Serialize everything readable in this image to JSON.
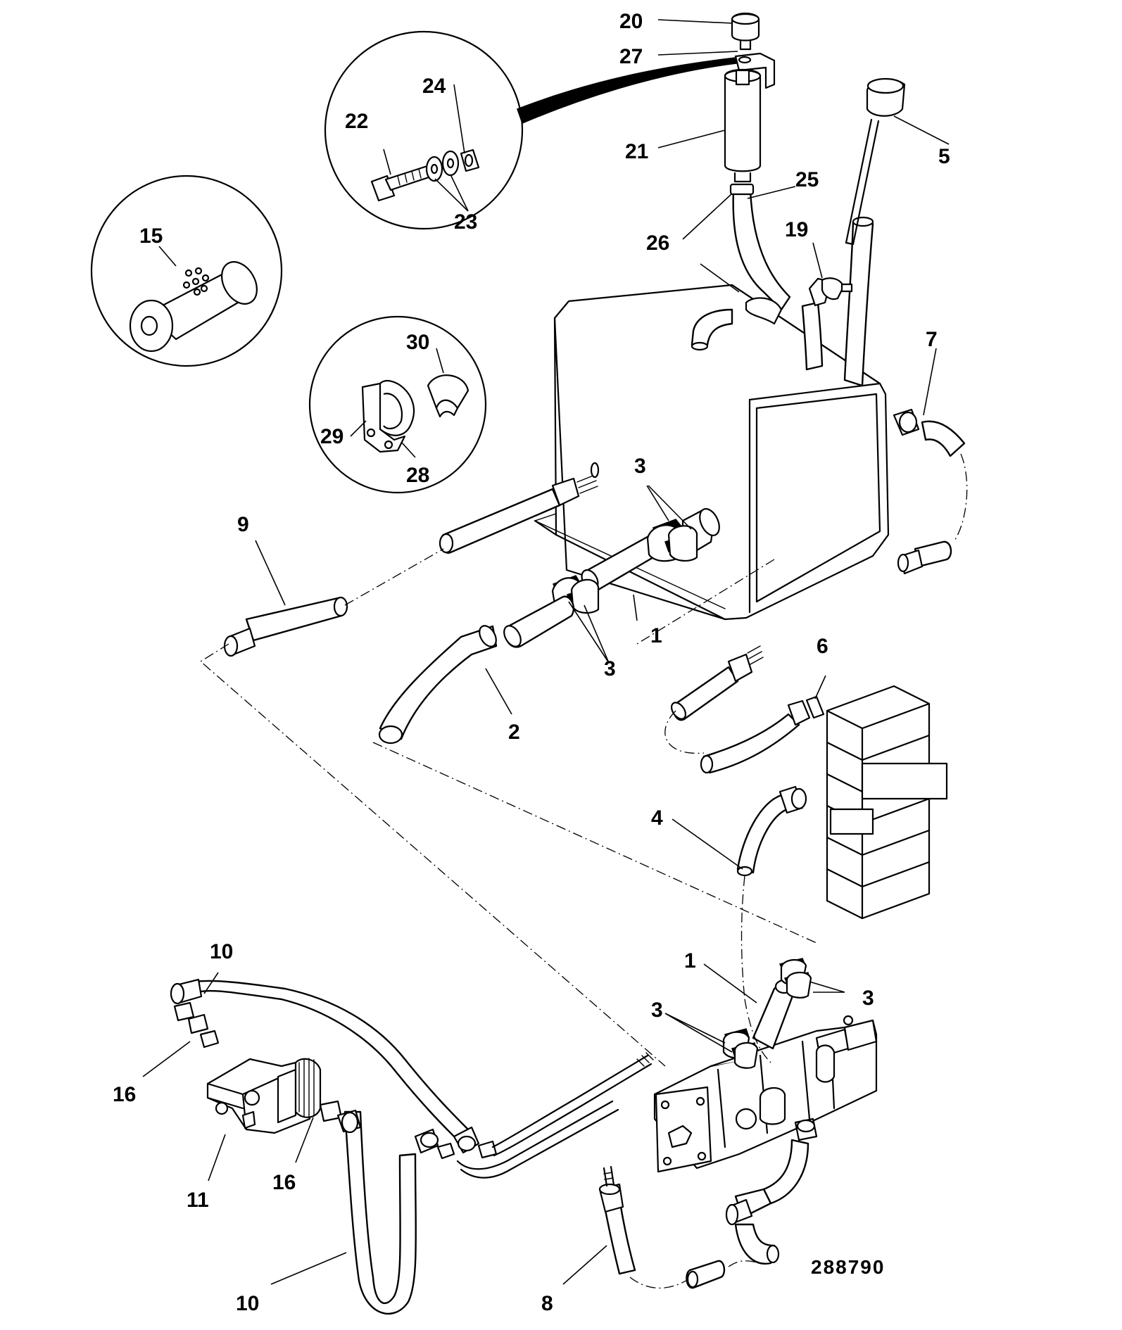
{
  "drawing_ref": "288790",
  "callouts": {
    "c1a": "1",
    "c1b": "1",
    "c2": "2",
    "c3a": "3",
    "c3b": "3",
    "c3c": "3",
    "c3d": "3",
    "c4": "4",
    "c5": "5",
    "c6": "6",
    "c7": "7",
    "c8": "8",
    "c9": "9",
    "c10a": "10",
    "c10b": "10",
    "c11": "11",
    "c15": "15",
    "c16a": "16",
    "c16b": "16",
    "c19": "19",
    "c20": "20",
    "c21": "21",
    "c22": "22",
    "c23": "23",
    "c24": "24",
    "c25": "25",
    "c26": "26",
    "c27": "27",
    "c28": "28",
    "c29": "29",
    "c30": "30"
  }
}
